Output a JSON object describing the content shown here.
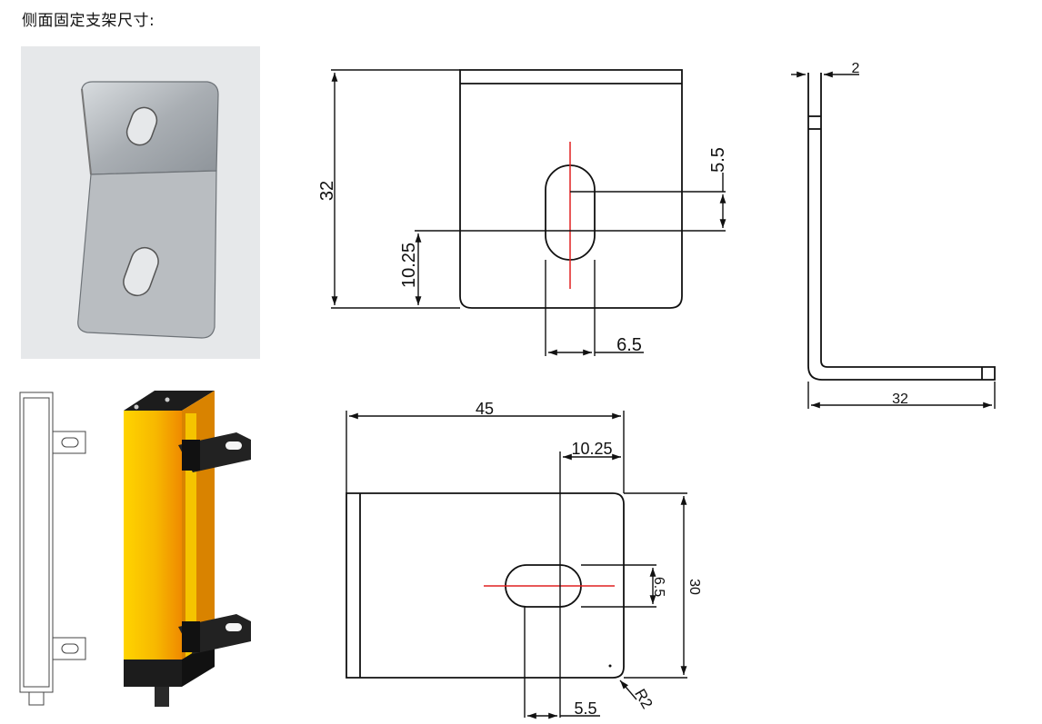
{
  "title": "侧面固定支架尺寸:",
  "dimensions": {
    "front_view": {
      "height": "32",
      "slot_to_bottom": "10.25",
      "slot_length": "5.5",
      "slot_width": "6.5"
    },
    "side_view": {
      "thickness": "2",
      "leg_length": "32"
    },
    "top_view": {
      "length": "45",
      "offset": "10.25",
      "slot_width": "6.5",
      "width": "30",
      "corner_radius": "R2",
      "slot_length": "5.5"
    }
  },
  "colors": {
    "line": "#111111",
    "centerline": "#e02020",
    "bracket_metal": "#b8bcc0",
    "sensor_yellow": "#f5c400",
    "sensor_orange": "#f08a00",
    "bracket_black": "#222222"
  }
}
